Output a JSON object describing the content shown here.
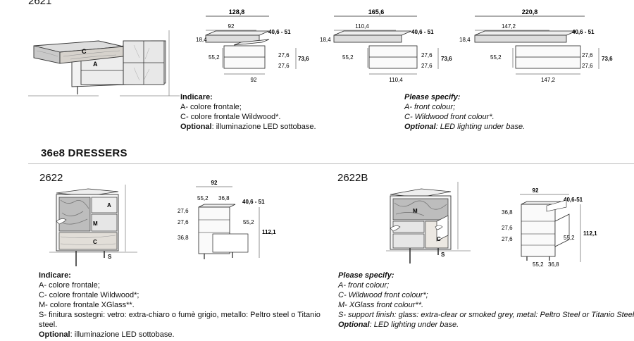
{
  "top_code": "2621",
  "section_title": "36e8 DRESSERS",
  "top_dims": [
    {
      "total": "128,8",
      "top": "92",
      "height_top": "18,4",
      "range": "40,6 - 51",
      "left": "55,2",
      "r1": "27,6",
      "r2": "27,6",
      "total_h": "73,6",
      "bottom": "92"
    },
    {
      "total": "165,6",
      "top": "110,4",
      "height_top": "18,4",
      "range": "40,6 - 51",
      "left": "55,2",
      "r1": "27,6",
      "r2": "27,6",
      "total_h": "73,6",
      "bottom": "110,4"
    },
    {
      "total": "220,8",
      "top": "147,2",
      "height_top": "18,4",
      "range": "40,6 - 51",
      "left": "55,2",
      "r1": "27,6",
      "r2": "27,6",
      "total_h": "73,6",
      "bottom": "147,2"
    }
  ],
  "top_labels": {
    "c": "C",
    "a": "A"
  },
  "notes_it_top": {
    "title": "Indicare:",
    "lines": [
      "A- colore frontale;",
      "C- colore frontale Wildwood*."
    ],
    "opt_label": "Optional",
    "opt_text": ": illuminazione LED sottobase."
  },
  "notes_en_top": {
    "title": "Please specify:",
    "lines": [
      "A- front colour;",
      "C- Wildwood front colour*."
    ],
    "opt_label": "Optional",
    "opt_text": ": LED lighting under base."
  },
  "item_left": {
    "code": "2622",
    "labels": {
      "a": "A",
      "m": "M",
      "c": "C",
      "s": "S"
    },
    "dims": {
      "width": "92",
      "w1": "55,2",
      "w2": "36,8",
      "range": "40,6 - 51",
      "h1": "27,6",
      "h2": "27,6",
      "h3": "36,8",
      "right": "55,2",
      "total": "112,1"
    },
    "notes": {
      "title": "Indicare:",
      "lines": [
        "A- colore frontale;",
        "C- colore frontale Wildwood*;",
        "M- colore frontale XGlass**.",
        "S- finitura sostegni: vetro: extra-chiaro o fumè grigio, metallo: Peltro steel o Titanio",
        "steel."
      ],
      "opt_label": "Optional",
      "opt_text": ": illuminazione LED sottobase."
    }
  },
  "item_right": {
    "code": "2622B",
    "labels": {
      "m": "M",
      "c": "C",
      "s": "S"
    },
    "dims": {
      "width": "92",
      "range": "40,6-51",
      "h1": "36,8",
      "h2": "27,6",
      "h3": "27,6",
      "right": "55,2",
      "total": "112,1",
      "b1": "55,2",
      "b2": "36,8"
    },
    "notes": {
      "title": "Please specify:",
      "lines": [
        "A- front colour;",
        "C- Wildwood front colour*;",
        "M- XGlass front colour**.",
        "S- support finish: glass: extra-clear or smoked grey, metal: Peltro Steel or Titanio Steel."
      ],
      "opt_label": "Optional",
      "opt_text": ": LED lighting under base."
    }
  }
}
